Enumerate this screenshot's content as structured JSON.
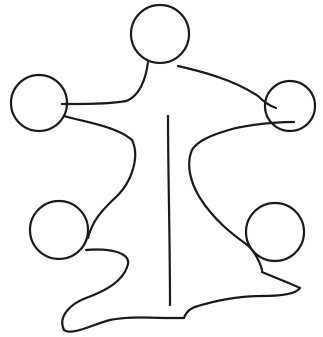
{
  "drawing": {
    "style": "hand-drawn pencil sketch",
    "ink_color": "#1a1a1a",
    "background_color": "#ffffff",
    "nodes": [
      {
        "name": "node-top"
      },
      {
        "name": "node-left"
      },
      {
        "name": "node-right"
      },
      {
        "name": "node-bottom-left"
      },
      {
        "name": "node-bottom-right"
      }
    ],
    "connectors": [
      {
        "name": "trunk-center-line"
      },
      {
        "name": "body-left-outline"
      },
      {
        "name": "body-right-outline"
      },
      {
        "name": "arm-left-upper"
      },
      {
        "name": "arm-left-lower"
      },
      {
        "name": "arm-right-upper"
      },
      {
        "name": "arm-right-lower"
      },
      {
        "name": "base-outline"
      }
    ]
  }
}
